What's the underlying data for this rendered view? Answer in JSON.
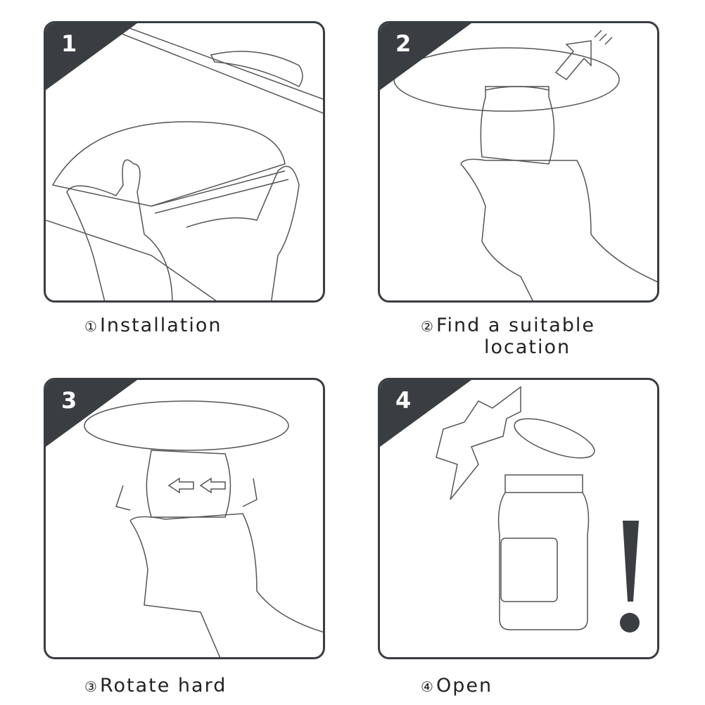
{
  "steps": [
    {
      "number": "1",
      "circled": "①",
      "caption": "Installation"
    },
    {
      "number": "2",
      "circled": "②",
      "caption": "Find a suitable",
      "caption_line2": "location"
    },
    {
      "number": "3",
      "circled": "③",
      "caption": "Rotate hard"
    },
    {
      "number": "4",
      "circled": "④",
      "caption": "Open"
    }
  ],
  "colors": {
    "frame": "#3a3d42",
    "line": "#555555"
  }
}
